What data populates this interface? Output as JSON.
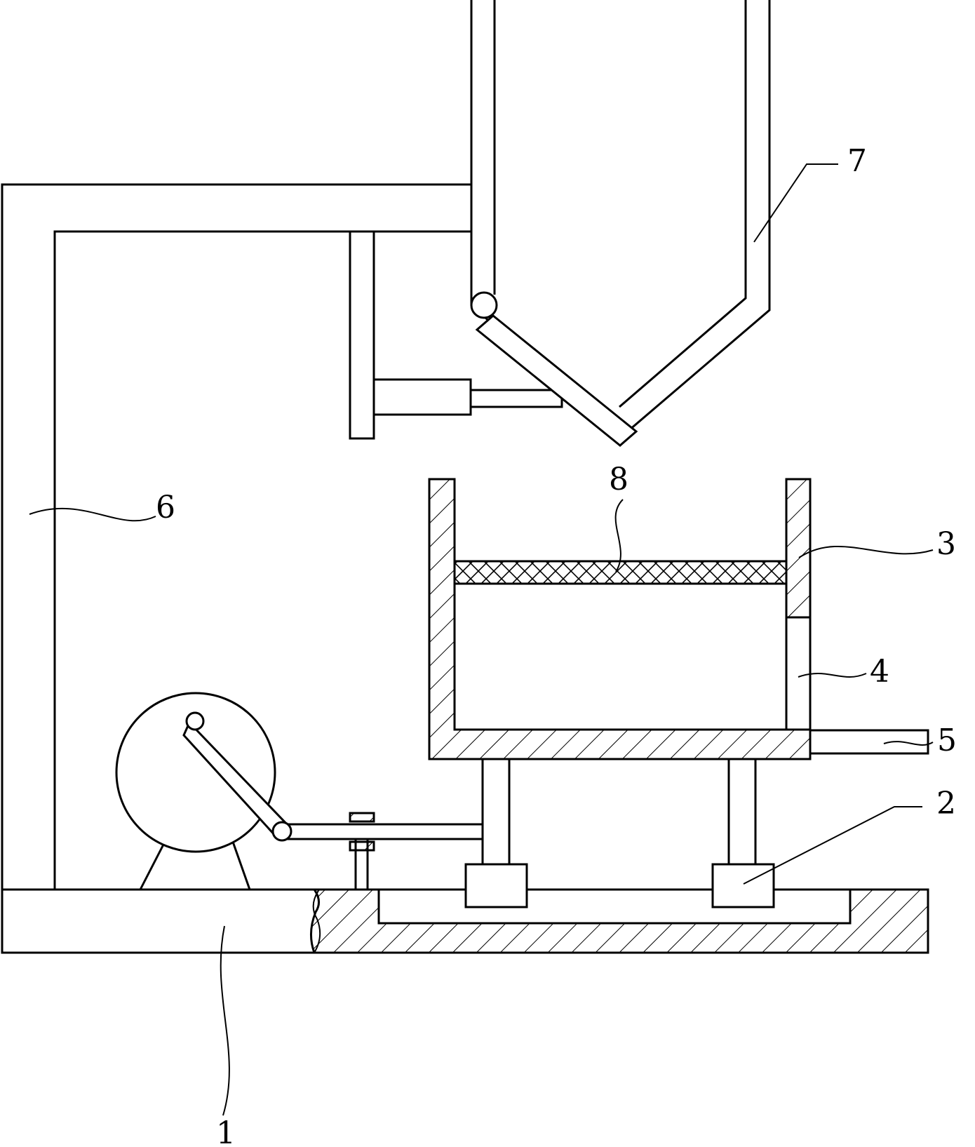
{
  "figure": {
    "labels": {
      "base": "1",
      "slider": "2",
      "upper_wall": "3",
      "side_door": "4",
      "outlet_plate": "5",
      "frame": "6",
      "hopper": "7",
      "screen": "8"
    }
  },
  "colors": {
    "line": "#000000",
    "background": "#ffffff"
  }
}
